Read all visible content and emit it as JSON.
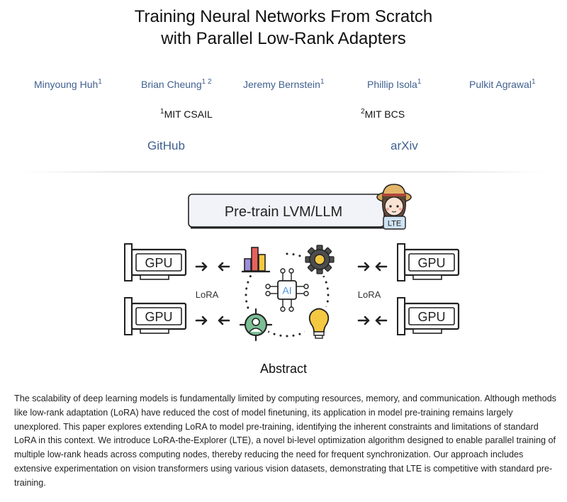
{
  "title": {
    "line1": "Training Neural Networks From Scratch",
    "line2": "with Parallel Low-Rank Adapters"
  },
  "authors": [
    {
      "name": "Minyoung Huh",
      "sup": "1"
    },
    {
      "name": "Brian Cheung",
      "sup": "1 2"
    },
    {
      "name": "Jeremy Bernstein",
      "sup": "1"
    },
    {
      "name": "Phillip Isola",
      "sup": "1"
    },
    {
      "name": "Pulkit Agrawal",
      "sup": "1"
    }
  ],
  "affiliations": [
    {
      "sup": "1",
      "name": "MIT CSAIL"
    },
    {
      "sup": "2",
      "name": "MIT BCS"
    }
  ],
  "links": {
    "github": "GitHub",
    "arxiv": "arXiv"
  },
  "figure": {
    "banner_text": "Pre-train LVM/LLM",
    "badge_text": "LTE",
    "gpu_label": "GPU",
    "lora_label": "LoRA",
    "ai_label": "AI",
    "colors": {
      "bar_red": "#e8615c",
      "bar_purple": "#9b8fd9",
      "bar_yellow": "#f5c842",
      "person_green": "#7bbf95",
      "bulb_yellow": "#f5c842",
      "ai_blue": "#4a90d9"
    },
    "icons": [
      "gpu-icon",
      "bar-chart-icon",
      "gear-icon",
      "ai-chip-icon",
      "person-target-icon",
      "lightbulb-icon",
      "explorer-avatar-icon"
    ]
  },
  "abstract": {
    "heading": "Abstract",
    "text": "The scalability of deep learning models is fundamentally limited by computing resources, memory, and communication. Although methods like low-rank adaptation (LoRA) have reduced the cost of model finetuning, its application in model pre-training remains largely unexplored. This paper explores extending LoRA to model pre-training, identifying the inherent constraints and limitations of standard LoRA in this context. We introduce LoRA-the-Explorer (LTE), a novel bi-level optimization algorithm designed to enable parallel training of multiple low-rank heads across computing nodes, thereby reducing the need for frequent synchronization. Our approach includes extensive experimentation on vision transformers using various vision datasets, demonstrating that LTE is competitive with standard pre-training."
  }
}
